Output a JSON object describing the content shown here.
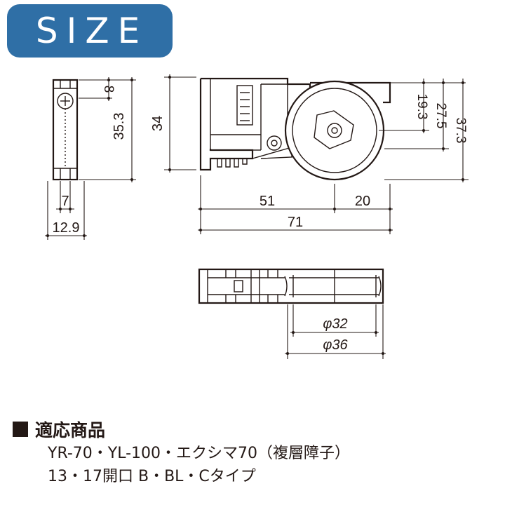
{
  "header": {
    "badge_text": "SIZE",
    "badge_color": "#2f6fa6"
  },
  "dimensions": {
    "side_top": "8",
    "side_height": "35.3",
    "side_inner_width": "7",
    "side_width": "12.9",
    "front_height": "34",
    "wheel_axis_from_top": "19.3",
    "rail_height": "27.5",
    "total_height": "37.3",
    "body_length": "51",
    "wheel_offset": "20",
    "total_length": "71",
    "wheel_inner_diameter": "φ32",
    "wheel_outer_diameter": "φ36"
  },
  "compatible": {
    "title": "適応商品",
    "lines": [
      "YR-70・YL-100・エクシマ70（複層障子）",
      "13・17開口  B・BL・Cタイプ"
    ]
  },
  "colors": {
    "line": "#231815",
    "accent": "#2f6fa6"
  }
}
